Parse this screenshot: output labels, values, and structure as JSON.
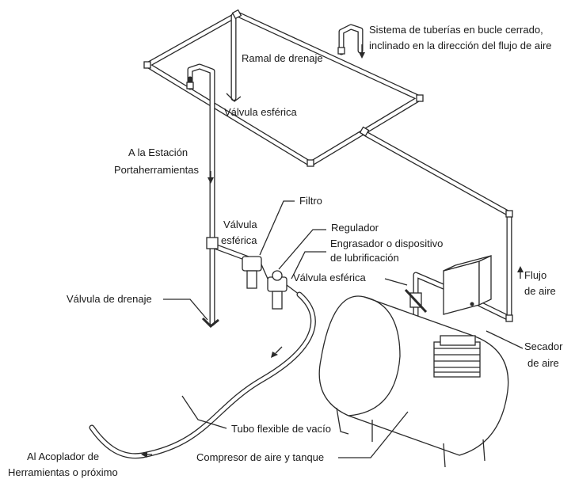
{
  "labels": {
    "system_line1": "Sistema de tuberías en bucle cerrado,",
    "system_line2": "inclinado en la dirección del flujo de aire",
    "ramal": "Ramal de drenaje",
    "valve_top": "Válvula esférica",
    "station_line1": "A la Estación",
    "station_line2": "Portaherramientas",
    "filtro": "Filtro",
    "valve_mid_line1": "Válvula",
    "valve_mid_line2": "esférica",
    "regulador": "Regulador",
    "engrasador_line1": "Engrasador o dispositivo",
    "engrasador_line2": "de lubrificación",
    "valve_right": "Válvula esférica",
    "flujo_line1": "Flujo",
    "flujo_line2": "de aire",
    "drain_valve": "Válvula de drenaje",
    "secador_line1": "Secador",
    "secador_line2": "de aire",
    "tubo": "Tubo flexible de vacío",
    "acoplador_line1": "Al Acoplador de",
    "acoplador_line2": "Herramientas o próximo",
    "compresor": "Compresor de aire y tanque"
  }
}
